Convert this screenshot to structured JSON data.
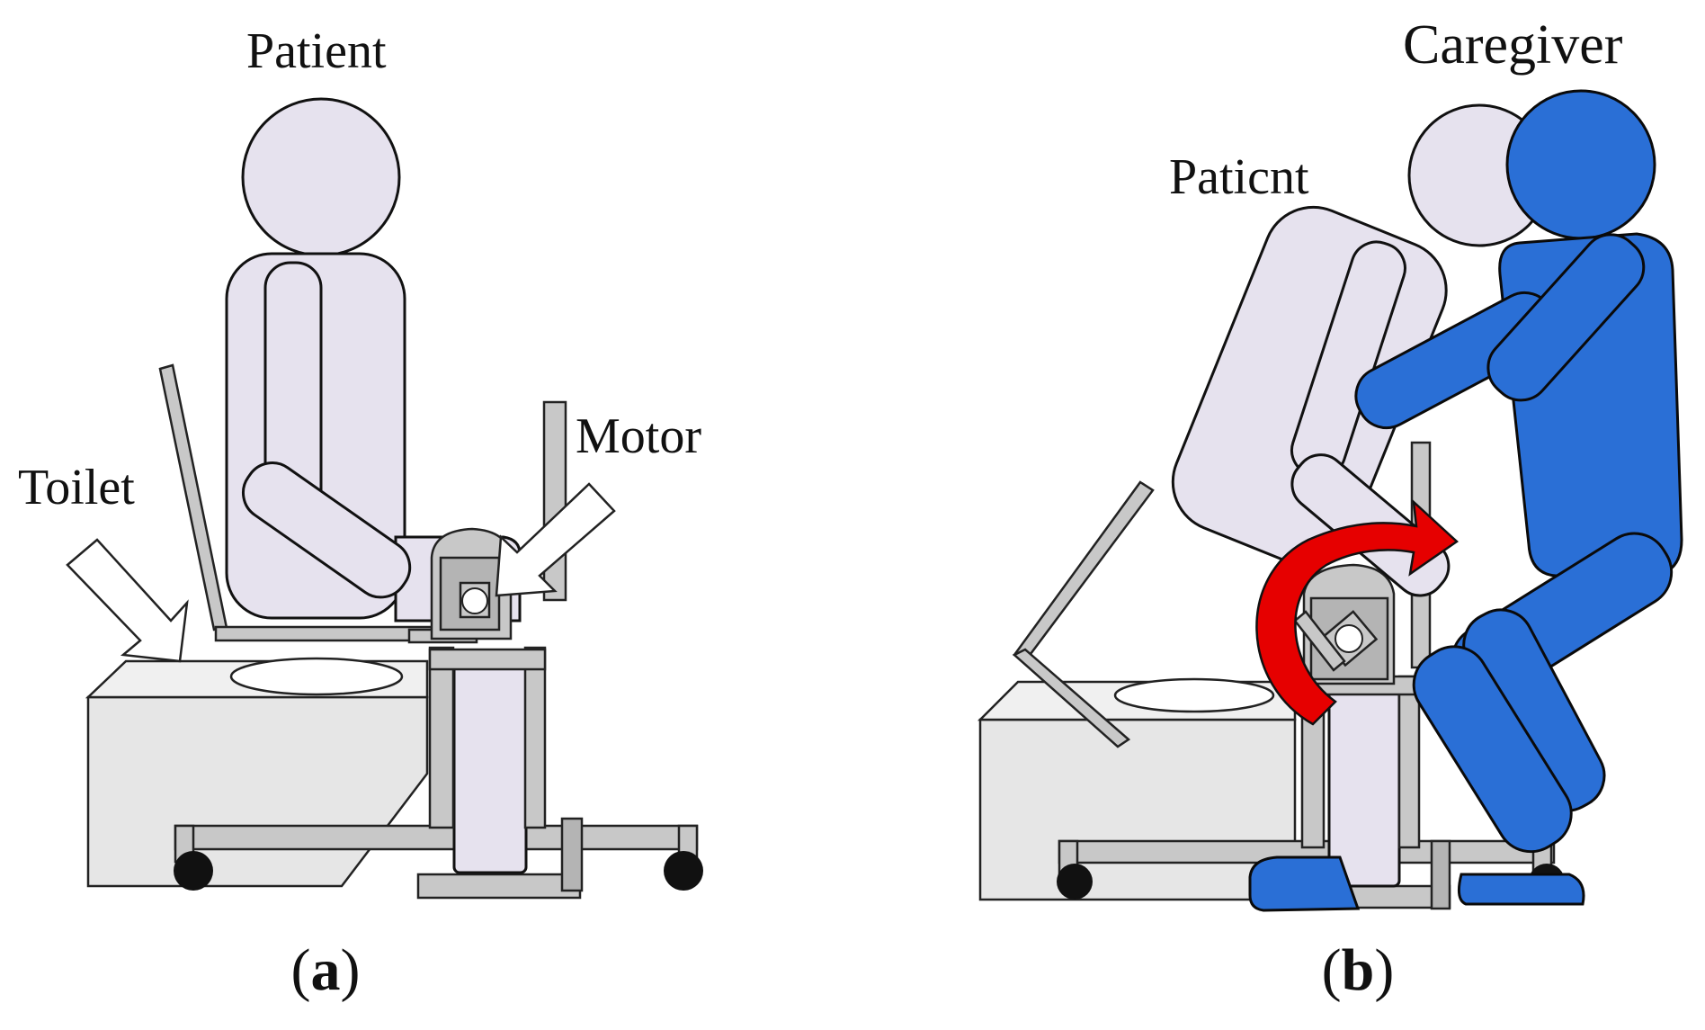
{
  "panel_a": {
    "labels": {
      "patient": "Patient",
      "toilet": "Toilet",
      "motor": "Motor"
    },
    "caption": {
      "open": "(",
      "letter": "a",
      "close": ")"
    }
  },
  "panel_b": {
    "labels": {
      "patient": "Paticnt",
      "caregiver": "Caregiver"
    },
    "caption": {
      "open": "(",
      "letter": "b",
      "close": ")"
    }
  },
  "colors": {
    "patient_body": "#e6e2ee",
    "caregiver_body": "#2a6fd6",
    "rotation_arrow": "#e60000",
    "frame_metal": "#c8c8c8",
    "toilet": "#e6e6e6"
  }
}
